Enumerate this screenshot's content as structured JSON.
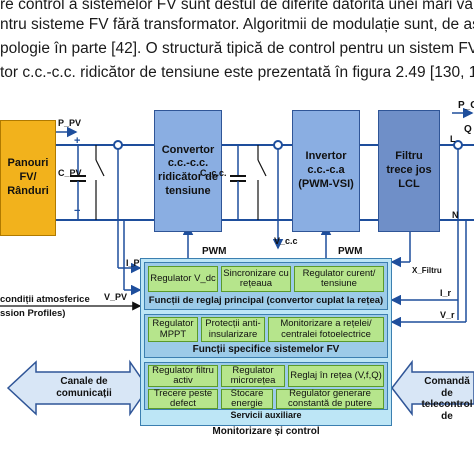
{
  "text_lines": [
    "re control a sistemelor FV sunt destul de diferite datorită unei mari vari",
    "ntru sisteme FV fără transformator. Algoritmii de modulație sunt, de ase",
    "pologie în parte [42]. O structură tipică de control pentru un sistem FV",
    "tor c.c.-c.c. ridicător de tensiune este prezentată în figura 2.49 [130, 1"
  ],
  "blocks": {
    "panels": "Panouri FV/ Rânduri",
    "converter": "Convertor c.c.-c.c. ridicător de tensiune",
    "inverter": "Invertor c.c.-c.a (PWM-VSI)",
    "filter": "Filtru trece jos LCL"
  },
  "signals": {
    "p_pv": "P_PV",
    "c_pv": "C_PV",
    "c_cc": "C_c.c.",
    "v_cc": "V_c.c",
    "pwm1": "PWM",
    "pwm2": "PWM",
    "i_pv": "I_PV",
    "v_pv": "V_PV",
    "x_filtru": "X_Filtru",
    "i_r": "I_r",
    "v_r": "V_r",
    "l": "L",
    "n": "N",
    "p_c": "P_C",
    "q": "Q",
    "plus": "+",
    "minus": "−"
  },
  "control": {
    "main_section": {
      "title": "Funcții de reglaj principal (convertor cuplat la rețea)",
      "items": [
        "Regulator V_dc",
        "Sincronizare cu rețeaua",
        "Regulator curent/ tensiune"
      ]
    },
    "specific_section": {
      "title": "Funcții specifice sistemelor FV",
      "items": [
        "Regulator MPPT",
        "Protecții anti-insularizare",
        "Monitorizare a rețelei/ centralei fotoelectrice"
      ]
    },
    "aux_section": {
      "title": "Servicii auxiliare",
      "items": [
        "Regulator filtru activ",
        "Regulator microrețea",
        "Reglaj în rețea (V,f,Q)",
        "Trecere peste defect",
        "Stocare energie",
        "Regulator generare constantă de putere"
      ]
    },
    "monitoring_label": "Monitorizare și control"
  },
  "side": {
    "atm": "condiții atmosferice",
    "profiles": "ssion Profiles)",
    "comm_channels": "Canale de comunicații",
    "remote": "Comandă de telecontrol de"
  },
  "colors": {
    "panel_fill": "#f2b21c",
    "block_fill": "#8aaee2",
    "filter_fill": "#6f8fc8",
    "control_bg": "#bde6f6",
    "green_fill": "#b6e58c",
    "line_blue": "#1e4e9c"
  }
}
